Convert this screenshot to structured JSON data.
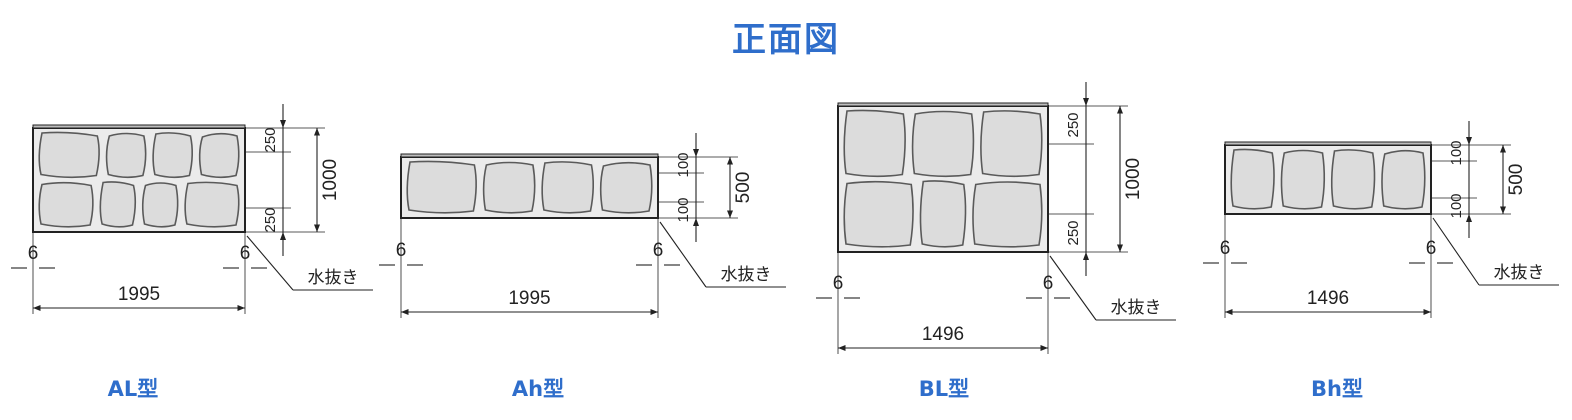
{
  "title": "正面図",
  "colors": {
    "accent": "#2f6ecb",
    "panel_fill": "#ebebeb",
    "stone_fill": "#dcdcdc",
    "line": "#222222"
  },
  "drawings": [
    {
      "type_label": "AL型",
      "width_label": "1995",
      "height_label": "1000",
      "top_label": "250",
      "bottom_label": "250",
      "gap_left": "6",
      "gap_right": "6",
      "drain_label": "水抜き"
    },
    {
      "type_label": "Ah型",
      "width_label": "1995",
      "height_label": "500",
      "top_label": "100",
      "bottom_label": "100",
      "gap_left": "6",
      "gap_right": "6",
      "drain_label": "水抜き"
    },
    {
      "type_label": "BL型",
      "width_label": "1496",
      "height_label": "1000",
      "top_label": "250",
      "bottom_label": "250",
      "gap_left": "6",
      "gap_right": "6",
      "drain_label": "水抜き"
    },
    {
      "type_label": "Bh型",
      "width_label": "1496",
      "height_label": "500",
      "top_label": "100",
      "bottom_label": "100",
      "gap_left": "6",
      "gap_right": "6",
      "drain_label": "水抜き"
    }
  ]
}
